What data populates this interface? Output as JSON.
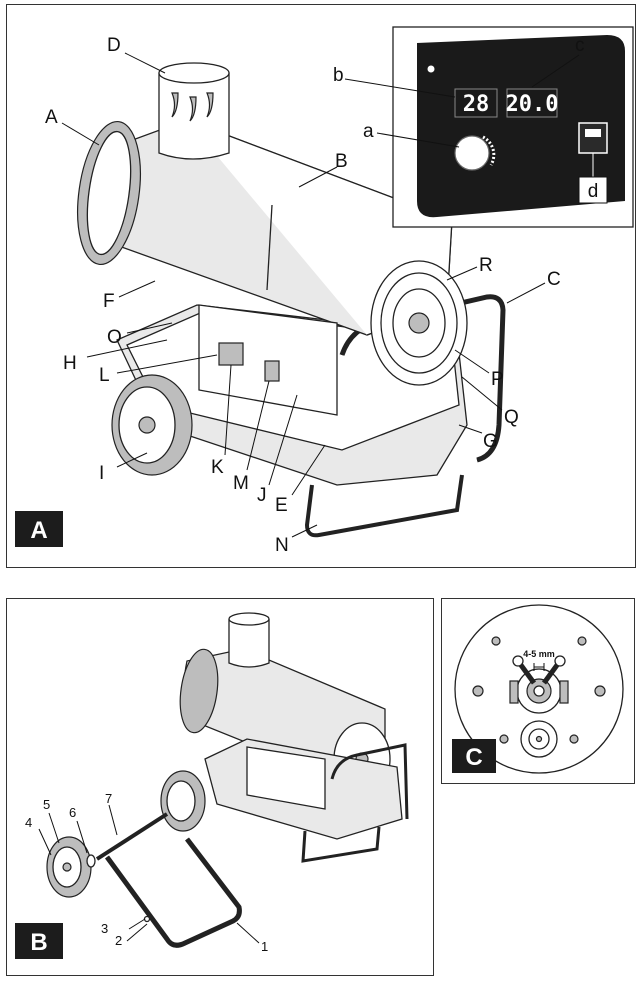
{
  "panel_a": {
    "badge": "A",
    "labels": {
      "A": "A",
      "B": "B",
      "C": "C",
      "D": "D",
      "E": "E",
      "F": "F",
      "G": "G",
      "H": "H",
      "I": "I",
      "J": "J",
      "K": "K",
      "L": "L",
      "M": "M",
      "N": "N",
      "O": "O",
      "P": "P",
      "Q": "Q",
      "R": "R"
    },
    "control_panel": {
      "labels": {
        "a": "a",
        "b": "b",
        "c": "c",
        "d": "d"
      },
      "display_left": "28",
      "display_right": "20.0"
    }
  },
  "panel_b": {
    "badge": "B",
    "labels": {
      "n1": "1",
      "n2": "2",
      "n3": "3",
      "n4": "4",
      "n5": "5",
      "n6": "6",
      "n7": "7"
    }
  },
  "panel_c": {
    "badge": "C",
    "gap_label": "4-5 mm"
  }
}
